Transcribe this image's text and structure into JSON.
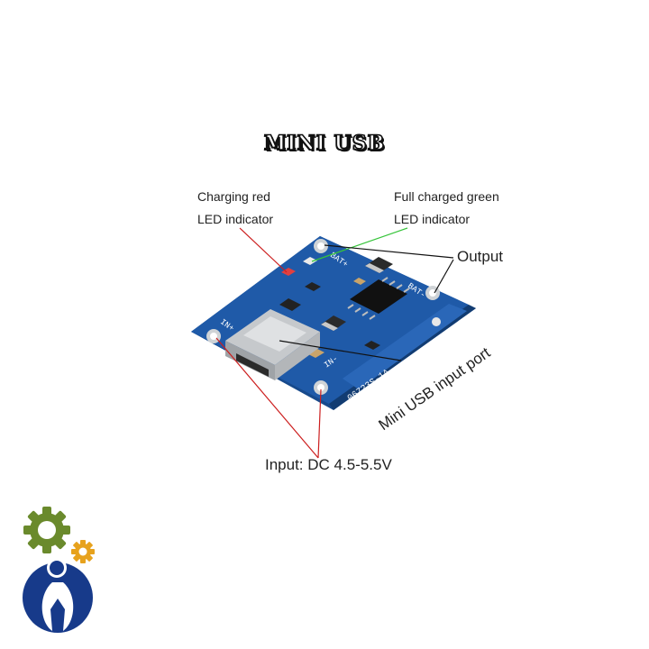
{
  "title": "MINI USB",
  "labels": {
    "charging_line1": "Charging red",
    "charging_line2": "LED indicator",
    "full_line1": "Full charged green",
    "full_line2": "LED indicator",
    "output": "Output",
    "mini_usb_port": "Mini USB input port",
    "input": "Input: DC 4.5-5.5V"
  },
  "board_text": {
    "in_plus": "IN+",
    "in_minus": "IN-",
    "bat_plus": "BAT+",
    "bat_minus": "BAT-",
    "part_no": "06723S-1A"
  },
  "colors": {
    "pcb": "#1f58a6",
    "red_line": "#cc1e1e",
    "green_line": "#36c43a",
    "black_line": "#111111"
  },
  "logo": {
    "icon": "gears-person-logo"
  }
}
